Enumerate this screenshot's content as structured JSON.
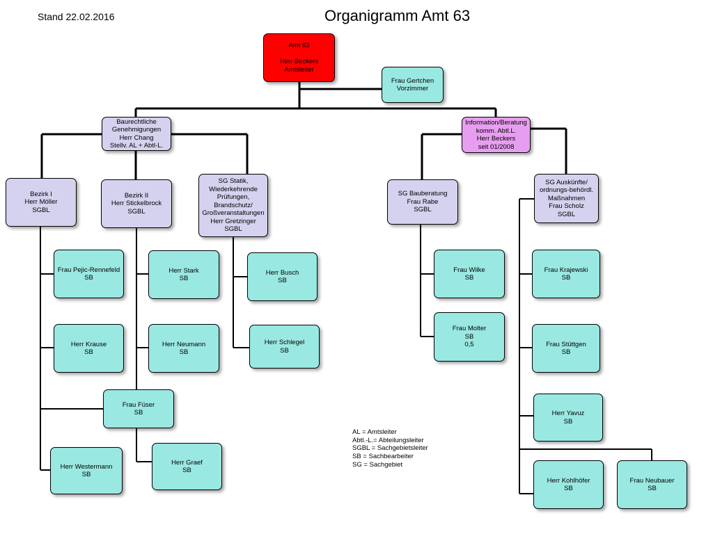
{
  "header": {
    "stand": "Stand 22.02.2016",
    "title": "Organigramm Amt 63"
  },
  "boxes": {
    "amt": "Amt 63\n\nHerr Beckers\nAmtsleiter",
    "vorzimmer": "Frau Gertchen\nVorzimmer",
    "baurecht": "Baurechtliche\nGenehmigungen\nHerr Chang\nStellv. AL + Abtl-L.",
    "information": "Information/Beratung\nkomm. Abtl.L.\nHerr Beckers\nseit 01/2008",
    "bezirk1": "Bezirk I\nHerr Möller\nSGBL",
    "bezirk2": "Bezirk II\nHerr Stickelbrock\nSGBL",
    "statik": "SG Statik,\nWiederkehrende\nPrüfungen,\nBrandschutz/\nGroßveranstaltungen\nHerr Gretzinger\nSGBL",
    "bauberatung": "SG Bauberatung\nFrau Rabe\nSGBL",
    "auskuenfte": "SG Auskünfte/\nordnungs-behördl.\nMaßnahmen\nFrau Scholz\nSGBL",
    "pejic": "Frau Pejic-Rennefeld\nSB",
    "krause": "Herr Krause\nSB",
    "westermann": "Herr Westermann\nSB",
    "stark": "Herr Stark\nSB",
    "neumann": "Herr Neumann\nSB",
    "fueser": "Frau Füser\nSB",
    "graef": "Herr Graef\nSB",
    "busch": "Herr Busch\nSB",
    "schlegel": "Herr Schlegel\nSB",
    "wilke": "Frau Wilke\nSB",
    "molter": "Frau Molter\nSB\n0,5",
    "krajewski": "Frau Krajewski\nSB",
    "stuettgen": "Frau Stüttgen\nSB",
    "yavuz": "Herr Yavuz\nSB",
    "kohlhoefer": "Herr Kohlhöfer\nSB",
    "neubauer": "Frau Neubauer\nSB"
  },
  "legend": [
    "AL = Amtsleiter",
    "Abtl.-L.= Abteilungsleiter",
    "SGBL = Sachgebietsleiter",
    "SB = Sachbearbeiter",
    "SG = Sachgebiet"
  ],
  "colors": {
    "amtsleiter": "#fe0000",
    "abteilung": "#e89ef0",
    "sachgebiet": "#d4d2ee",
    "sachbearbeiter": "#9ae8e2"
  }
}
